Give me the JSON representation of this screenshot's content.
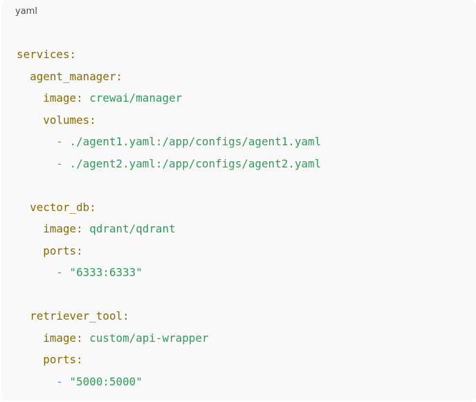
{
  "language_label": "yaml",
  "lines": [
    {
      "indent": 0,
      "key": "services",
      "sep": ":",
      "dash": "",
      "value": ""
    },
    {
      "indent": 1,
      "key": "agent_manager",
      "sep": ":",
      "dash": "",
      "value": ""
    },
    {
      "indent": 2,
      "key": "image",
      "sep": ": ",
      "dash": "",
      "value": "crewai/manager"
    },
    {
      "indent": 2,
      "key": "volumes",
      "sep": ":",
      "dash": "",
      "value": ""
    },
    {
      "indent": 3,
      "key": "",
      "sep": "",
      "dash": "- ",
      "value": "./agent1.yaml:/app/configs/agent1.yaml"
    },
    {
      "indent": 3,
      "key": "",
      "sep": "",
      "dash": "- ",
      "value": "./agent2.yaml:/app/configs/agent2.yaml"
    },
    {
      "indent": 0,
      "key": "",
      "sep": "",
      "dash": "",
      "value": ""
    },
    {
      "indent": 1,
      "key": "vector_db",
      "sep": ":",
      "dash": "",
      "value": ""
    },
    {
      "indent": 2,
      "key": "image",
      "sep": ": ",
      "dash": "",
      "value": "qdrant/qdrant"
    },
    {
      "indent": 2,
      "key": "ports",
      "sep": ":",
      "dash": "",
      "value": ""
    },
    {
      "indent": 3,
      "key": "",
      "sep": "",
      "dash": "- ",
      "value": "\"6333:6333\""
    },
    {
      "indent": 0,
      "key": "",
      "sep": "",
      "dash": "",
      "value": ""
    },
    {
      "indent": 1,
      "key": "retriever_tool",
      "sep": ":",
      "dash": "",
      "value": ""
    },
    {
      "indent": 2,
      "key": "image",
      "sep": ": ",
      "dash": "",
      "value": "custom/api-wrapper"
    },
    {
      "indent": 2,
      "key": "ports",
      "sep": ":",
      "dash": "",
      "value": ""
    },
    {
      "indent": 3,
      "key": "",
      "sep": "",
      "dash": "- ",
      "value": "\"5000:5000\""
    }
  ]
}
